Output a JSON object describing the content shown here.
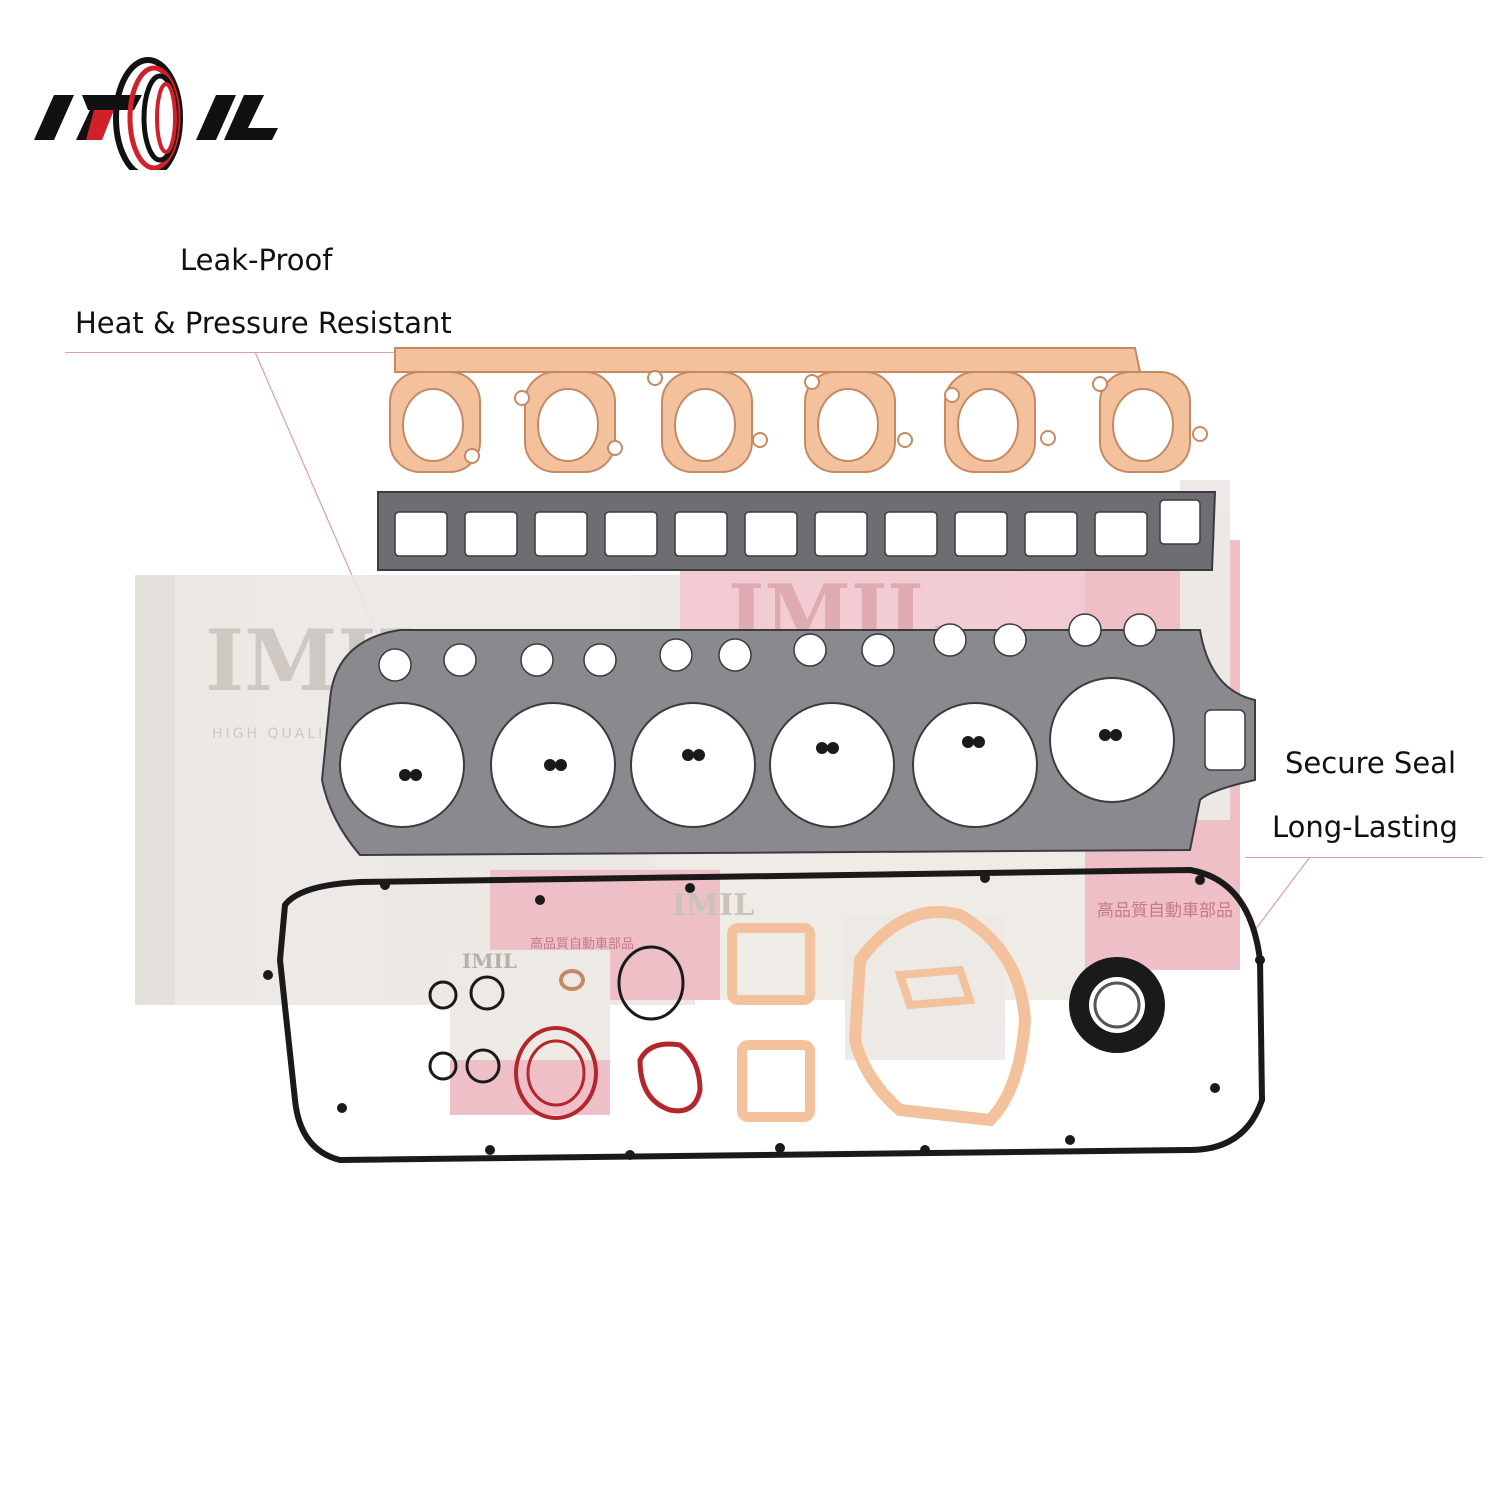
{
  "brand": {
    "name": "IMIL",
    "colors": {
      "red": "#d0202a",
      "black": "#111111",
      "light": "#ffffff"
    }
  },
  "callouts": {
    "left": [
      "Leak-Proof",
      "Heat & Pressure Resistant"
    ],
    "right": [
      "Secure Seal",
      "Long-Lasting"
    ]
  },
  "package": {
    "brand_mark": "IMIL",
    "tagline": "HIGH QUALITY AUTO PARTS",
    "japanese": "高品質自動車部品",
    "colors": {
      "box": "#e9e5e1",
      "accent": "#e7aab4"
    }
  },
  "gasket_colors": {
    "fiber": "#f3c19b",
    "fiber_edge": "#c58a63",
    "graphite": "#7d7d80",
    "rubber": "#1a1a1a",
    "red_seal": "#b5262c"
  }
}
